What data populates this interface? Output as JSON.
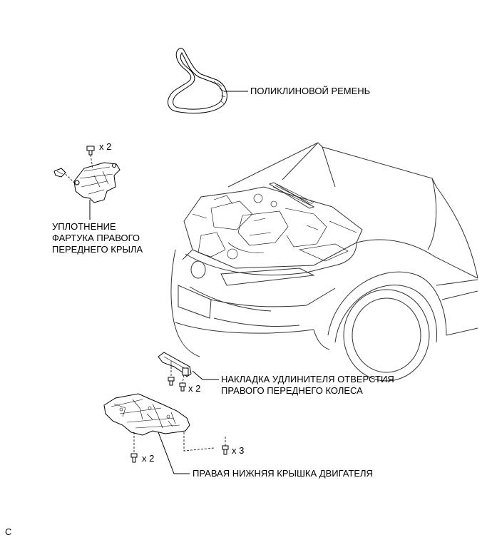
{
  "labels": {
    "belt": "ПОЛИКЛИНОВОЙ РЕМЕНЬ",
    "seal_line1": "УПЛОТНЕНИЕ",
    "seal_line2": "ФАРТУКА ПРАВОГО",
    "seal_line3": "ПЕРЕДНЕГО КРЫЛА",
    "extension_line1": "НАКЛАДКА УДЛИНИТЕЛЯ ОТВЕРСТИЯ",
    "extension_line2": "ПРАВОГО ПЕРЕДНЕГО КОЛЕСА",
    "engine_cover": "ПРАВАЯ НИЖНЯЯ КРЫШКА ДВИГАТЕЛЯ"
  },
  "quantities": {
    "seal_screw": "x 2",
    "extension_bolt": "x 2",
    "cover_bolt_left": "x 2",
    "cover_bolt_right": "x 3"
  },
  "footer": {
    "code": "C"
  }
}
